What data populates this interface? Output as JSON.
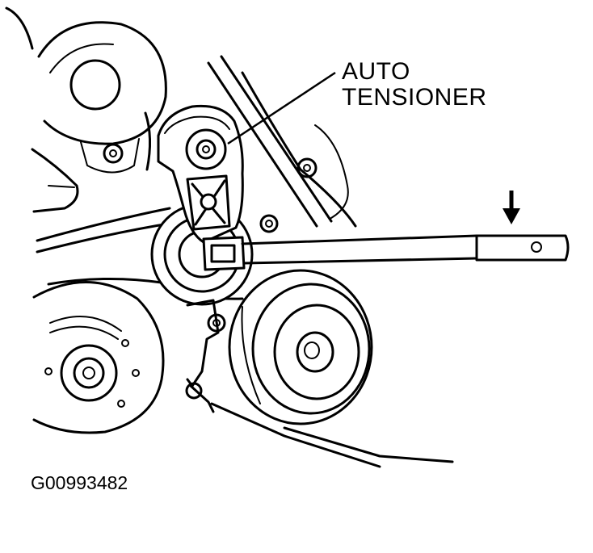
{
  "callout": {
    "line1": "AUTO",
    "line2": "TENSIONER"
  },
  "figure_id": "G00993482",
  "icons": {
    "force_arrow": "down-arrow-icon"
  },
  "colors": {
    "ink": "#000000",
    "paper": "#ffffff"
  }
}
